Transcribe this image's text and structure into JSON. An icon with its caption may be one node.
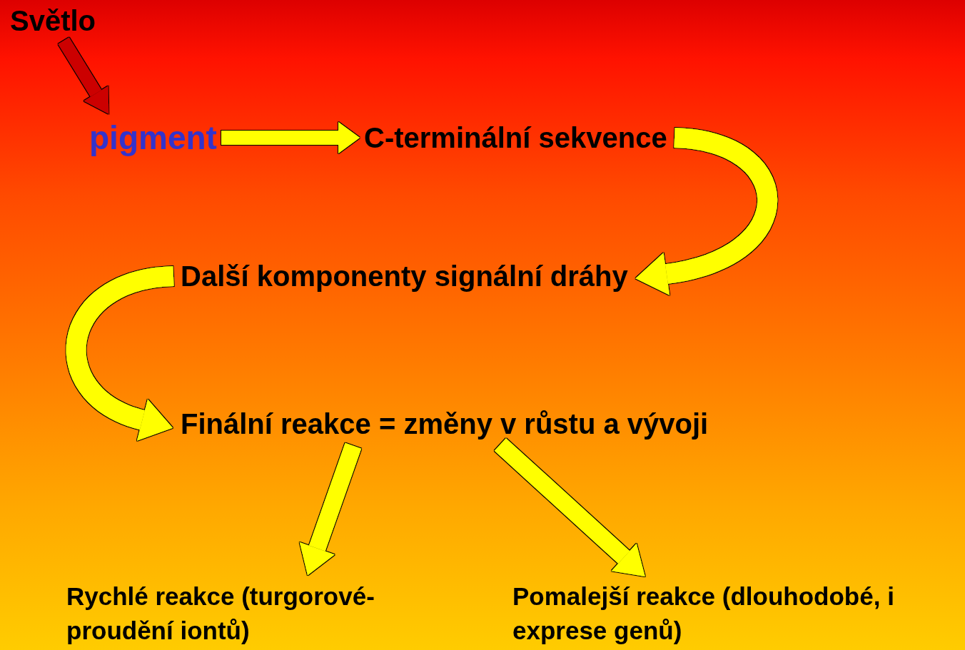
{
  "diagram": {
    "nodes": [
      {
        "text": [
          "Světlo"
        ]
      },
      {
        "text": [
          "pigment"
        ]
      },
      {
        "text": [
          "C-terminální sekvence"
        ]
      },
      {
        "text": [
          "Další komponenty signální dráhy"
        ]
      },
      {
        "text": [
          "Finální reakce = změny v růstu a vývoji"
        ]
      },
      {
        "text": [
          "Rychlé reakce (turgorové- proudění iontů)"
        ]
      },
      {
        "text": [
          "Pomalejší reakce (dlouhodobé, i exprese genů)"
        ]
      }
    ],
    "edges": [
      {
        "from": 0,
        "to": 1,
        "arrow": "to",
        "color": "#cc0000"
      },
      {
        "from": 1,
        "to": 2,
        "arrow": "to"
      },
      {
        "from": 2,
        "to": 3,
        "arrow": "to"
      },
      {
        "from": 3,
        "to": 4,
        "arrow": "to"
      },
      {
        "from": 4,
        "to": 5,
        "arrow": "to"
      },
      {
        "from": 4,
        "to": 6,
        "arrow": "to"
      }
    ]
  }
}
